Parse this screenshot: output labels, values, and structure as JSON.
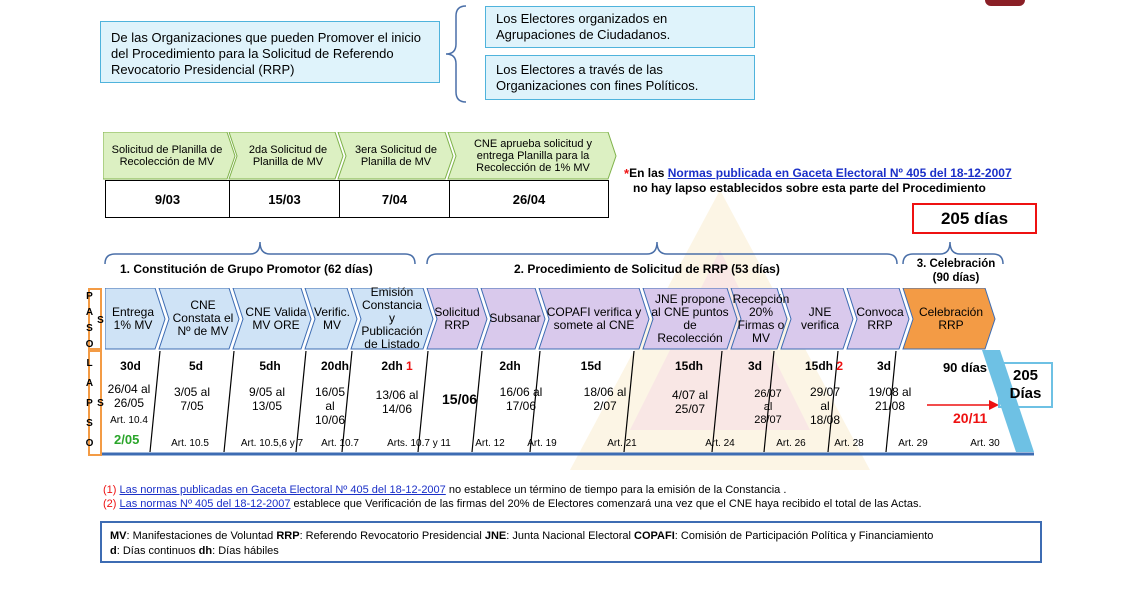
{
  "top": {
    "left_box": "De las Organizaciones que pueden Promover el inicio del Procedimiento para la Solicitud de Referendo Revocatorio Presidencial (RRP)",
    "option1": "Los Electores organizados en Agrupaciones de Ciudadanos.",
    "option2": "Los Electores a través de las Organizaciones con fines Políticos."
  },
  "planilla": {
    "steps": [
      {
        "label": "Solicitud de Planilla de Recolección de MV",
        "date": "9/03"
      },
      {
        "label": "2da Solicitud de Planilla de MV",
        "date": "15/03"
      },
      {
        "label": "3era Solicitud de Planilla de MV",
        "date": "7/04"
      },
      {
        "label": "CNE aprueba solicitud y entrega Planilla para la Recolección de 1% MV",
        "date": "26/04"
      }
    ]
  },
  "asterisk_note": {
    "star": "*",
    "prefix": "En las ",
    "link": "Normas publicada en Gaceta Electoral Nº 405 del 18-12-2007",
    "line2": "no hay lapso establecidos sobre esta parte del Procedimiento"
  },
  "total_box": "205 días",
  "phases": {
    "p1": "1. Constitución de Grupo Promotor (62 días)",
    "p2": "2. Procedimiento  de Solicitud de RRP (53 días)",
    "p3": "3. Celebración (90 días)"
  },
  "side_labels": {
    "pasos": "P A S O S",
    "lapsos": "L A P S O S"
  },
  "steps": [
    {
      "label": "Entrega 1% MV",
      "lapso": "30d",
      "dates": "26/04 al 26/05",
      "art": "Art. 10.4"
    },
    {
      "label": "CNE Constata el Nº de MV",
      "lapso": "5d",
      "dates": "3/05 al 7/05",
      "art": "Art. 10.5"
    },
    {
      "label": "CNE Valida MV ORE",
      "lapso": "5dh",
      "dates": "9/05 al 13/05",
      "art": "Art. 10.5,6 y 7"
    },
    {
      "label": "Verific. MV",
      "lapso": "20dh",
      "dates": "16/05 al 10/06",
      "art": "Art. 10.7"
    },
    {
      "label": "Emisión Constancia y Publicación de Listado",
      "lapso": "2dh",
      "note": "1",
      "dates": "13/06 al 14/06",
      "art": "Arts. 10.7 y 11"
    },
    {
      "label": "Solicitud RRP",
      "lapso": "",
      "dates": "15/06",
      "art": "Art. 12"
    },
    {
      "label": "Subsanar",
      "lapso": "2dh",
      "dates": "16/06 al 17/06",
      "art": "Art. 19"
    },
    {
      "label": "COPAFI verifica y somete al CNE",
      "lapso": "15d",
      "dates": "18/06 al 2/07",
      "art": "Art. 21"
    },
    {
      "label": "JNE propone al CNE puntos de Recolección",
      "lapso": "15dh",
      "dates": "4/07 al 25/07",
      "art": "Art. 24"
    },
    {
      "label": "Recepción 20% Firmas o MV",
      "lapso": "3d",
      "dates": "26/07 al 28/07",
      "art": "Art. 26"
    },
    {
      "label": "JNE verifica",
      "lapso": "15dh",
      "note": "2",
      "dates": "29/07 al 18/08",
      "art": "Art. 28"
    },
    {
      "label": "Convoca RRP",
      "lapso": "3d",
      "dates": "19/08 al 21/08",
      "art": "Art. 29"
    },
    {
      "label": "Celebración RRP",
      "lapso": "90 días",
      "dates": "20/11",
      "art": "Art. 30"
    }
  ],
  "entrega_extra": "2/05",
  "final_arrow": "205 Días",
  "footnotes": {
    "n1_num": "(1)",
    "n1_link": "Las normas publicadas en Gaceta Electoral Nº 405 del 18-12-2007",
    "n1_rest": " no establece un término de tiempo para la emisión de la Constancia .",
    "n2_num": "(2)",
    "n2_link": "Las normas Nº 405 del 18-12-2007",
    "n2_rest": " establece que Verificación de las firmas del 20% de Electores comenzará una vez que el CNE haya recibido el total de las Actas."
  },
  "legend": {
    "line1": [
      {
        "k": "MV",
        "v": ": Manifestaciones de Voluntad "
      },
      {
        "k": "RRP",
        "v": ": Referendo Revocatorio Presidencial "
      },
      {
        "k": "JNE",
        "v": ": Junta Nacional Electoral "
      },
      {
        "k": "COPAFI",
        "v": ": Comisión de Participación Política y Financiamiento"
      }
    ],
    "line2": [
      {
        "k": "d",
        "v": ": Días continuos "
      },
      {
        "k": "dh",
        "v": ": Días hábiles"
      }
    ]
  },
  "colors": {
    "green": "#dcf0c2",
    "blue": "#cfe3f6",
    "purple": "#d9c9ec",
    "orange": "#f39b45",
    "red": "#e11",
    "frame_blue": "#3d6cb3"
  }
}
